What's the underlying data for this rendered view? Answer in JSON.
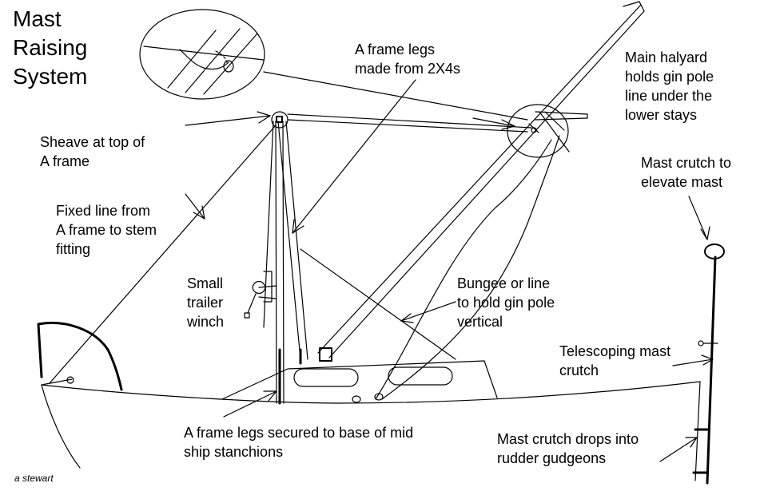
{
  "title": "Mast\nRaising\nSystem",
  "signature": "a stewart",
  "labels": {
    "a_frame_legs": "A frame legs\nmade from 2X4s",
    "main_halyard": "Main halyard\nholds gin pole\nline under the\nlower stays",
    "sheave": "Sheave at top of\nA frame",
    "mast_crutch_elevate": "Mast crutch to\nelevate mast",
    "fixed_line": "Fixed line from\nA frame to stem\nfitting",
    "winch": "Small\ntrailer\nwinch",
    "bungee": "Bungee or line\nto hold gin pole\nvertical",
    "telescoping": "Telescoping mast\ncrutch",
    "legs_secured": "A frame legs secured to base of mid\nship stanchions",
    "crutch_drops": "Mast crutch drops into\nrudder gudgeons"
  },
  "colors": {
    "ink": "#000000",
    "paper": "#ffffff"
  }
}
